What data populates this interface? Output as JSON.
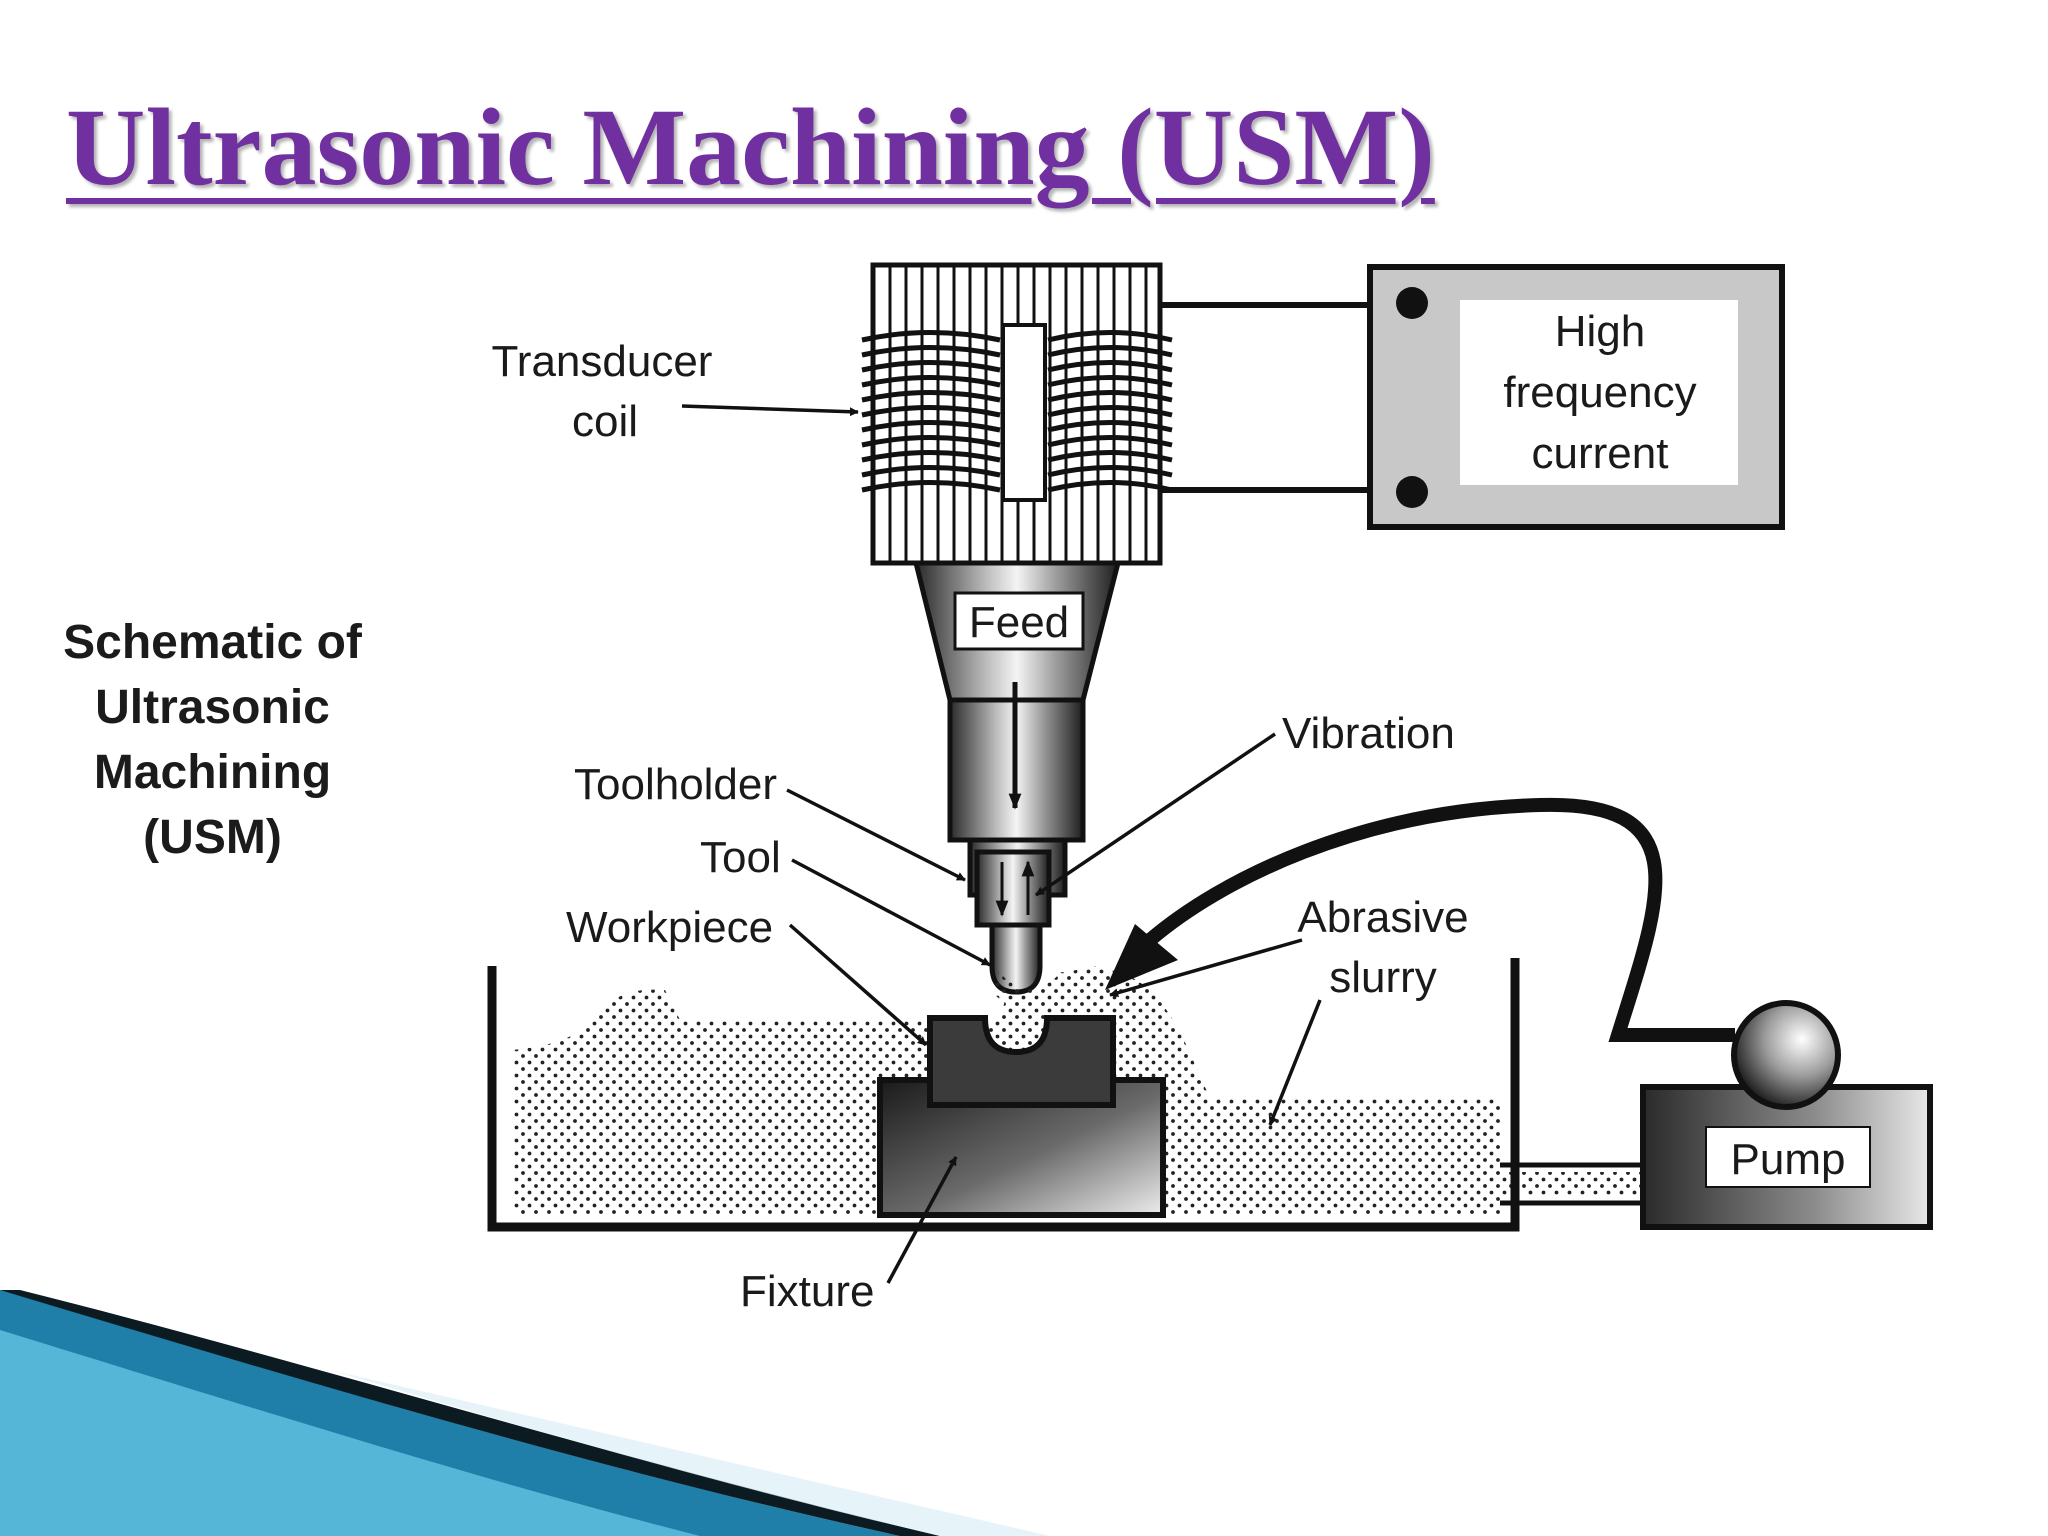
{
  "slide": {
    "title": "Ultrasonic Machining (USM)",
    "caption_lines": [
      "Schematic of",
      "Ultrasonic",
      "Machining",
      "(USM)"
    ]
  },
  "diagram": {
    "labels": {
      "transducer_line1": "Transducer",
      "transducer_line2": "coil",
      "power_line1": "High",
      "power_line2": "frequency",
      "power_line3": "current",
      "feed": "Feed",
      "vibration": "Vibration",
      "toolholder": "Toolholder",
      "tool": "Tool",
      "workpiece": "Workpiece",
      "abrasive_line1": "Abrasive",
      "abrasive_line2": "slurry",
      "pump": "Pump",
      "fixture": "Fixture"
    }
  },
  "colors": {
    "title": "#7030a0",
    "decor_teal": "#1f7fa8",
    "decor_light": "#5fbfe0",
    "ink": "#111111"
  }
}
